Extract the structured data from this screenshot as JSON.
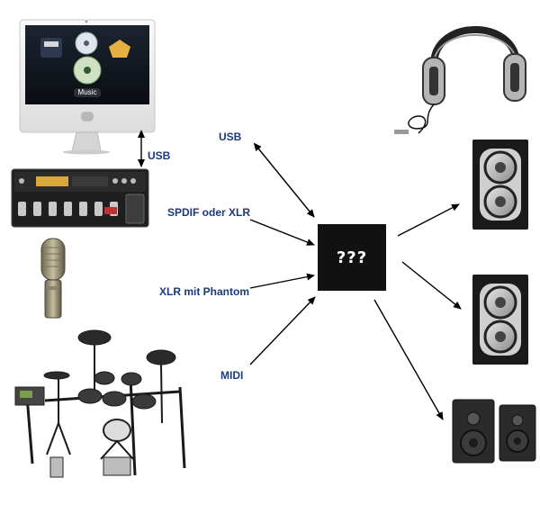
{
  "hub": {
    "label": "???"
  },
  "connections": {
    "usb_computer": "USB",
    "usb": "USB",
    "spdif": "SPDIF oder XLR",
    "xlr": "XLR mit Phantom",
    "midi": "MIDI"
  },
  "computer": {
    "dock_label": "Music"
  },
  "devices": {
    "left": [
      "computer",
      "guitar-multi-effects-pedal",
      "condenser-microphone",
      "electronic-drum-kit"
    ],
    "right": [
      "headphones",
      "studio-monitor-speaker",
      "studio-monitor-speaker",
      "desktop-speakers"
    ]
  },
  "colors": {
    "label": "#1b3a7a",
    "hub": "#111111",
    "arrow": "#000000"
  }
}
